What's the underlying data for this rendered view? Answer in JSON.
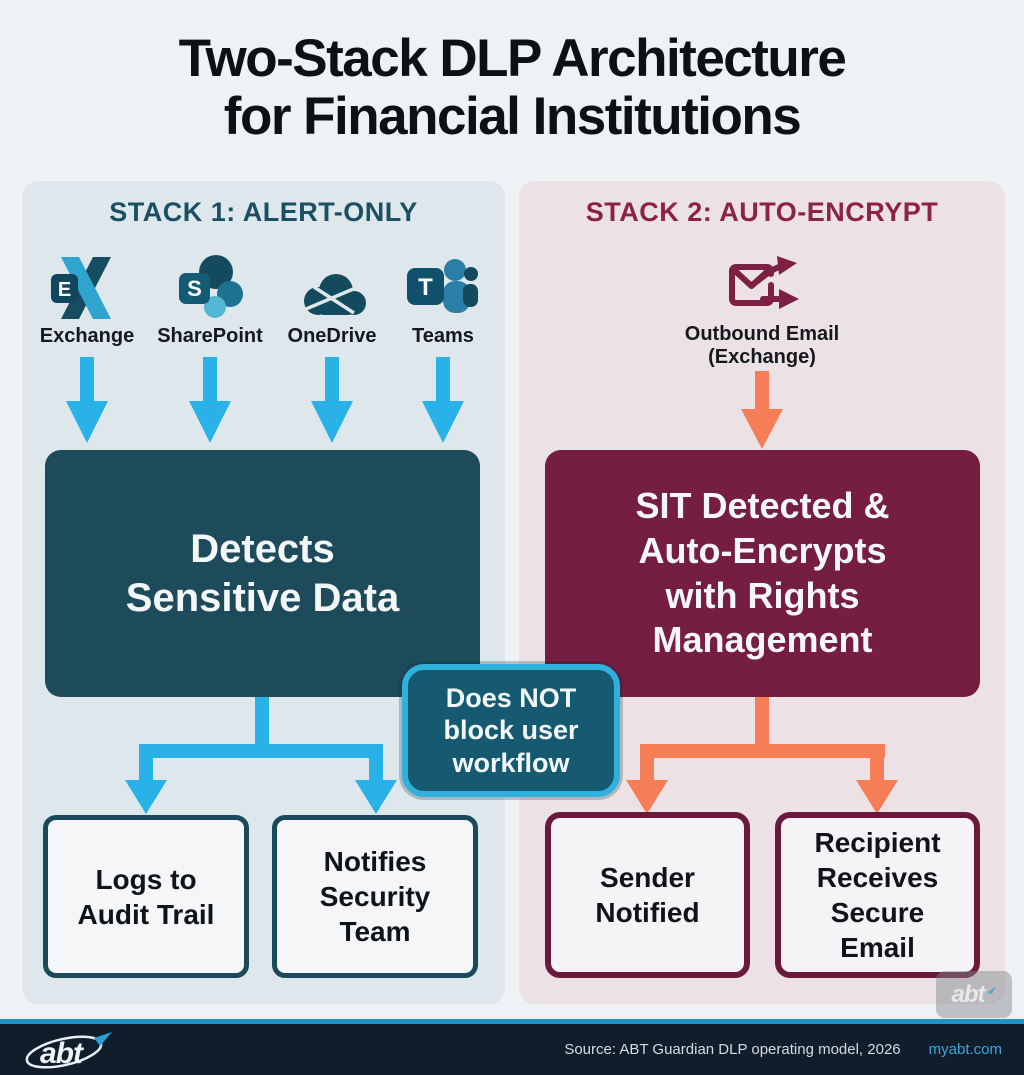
{
  "title": {
    "line1": "Two-Stack DLP Architecture",
    "line2": "for Financial Institutions"
  },
  "stack1": {
    "header": "STACK 1: ALERT-ONLY",
    "sources": [
      {
        "name": "Exchange",
        "icon": "exchange-icon",
        "badge": "E"
      },
      {
        "name": "SharePoint",
        "icon": "sharepoint-icon",
        "badge": "S"
      },
      {
        "name": "OneDrive",
        "icon": "onedrive-icon",
        "badge": ""
      },
      {
        "name": "Teams",
        "icon": "teams-icon",
        "badge": "T"
      }
    ],
    "main_box": {
      "lines": [
        "Detects",
        "Sensitive Data"
      ]
    },
    "outcomes": [
      "Logs to Audit Trail",
      "Notifies Security Team"
    ]
  },
  "stack2": {
    "header": "STACK 2: AUTO-ENCRYPT",
    "source": {
      "icon": "outbound-email-icon",
      "lines": [
        "Outbound Email",
        "(Exchange)"
      ]
    },
    "main_box": {
      "lines": [
        "SIT Detected &",
        "Auto-Encrypts",
        "with Rights",
        "Management"
      ]
    },
    "outcomes": [
      "Sender Notified",
      "Recipient Receives Secure Email"
    ]
  },
  "callout": {
    "lines": [
      "Does NOT",
      "block user",
      "workflow"
    ]
  },
  "watermark": {
    "text": "abt"
  },
  "footer": {
    "logo_text": "abt",
    "source_text": "Source: ABT Guardian DLP operating model, 2026",
    "link_text": "myabt.com"
  },
  "colors": {
    "stack1_accent": "#29b2e8",
    "stack1_dark": "#1d4b5b",
    "stack1_header": "#1b4f63",
    "stack2_accent": "#f57e57",
    "stack2_dark": "#761d42",
    "stack2_header": "#8c2149",
    "callout_bg": "#155a70",
    "callout_border": "#2fb0dd",
    "left_panel_bg": "#dee8ec",
    "right_panel_bg": "#ece2e5",
    "footer_bg": "#101e2c",
    "footer_divider": "#1f93c5",
    "link": "#3ba5d8"
  }
}
